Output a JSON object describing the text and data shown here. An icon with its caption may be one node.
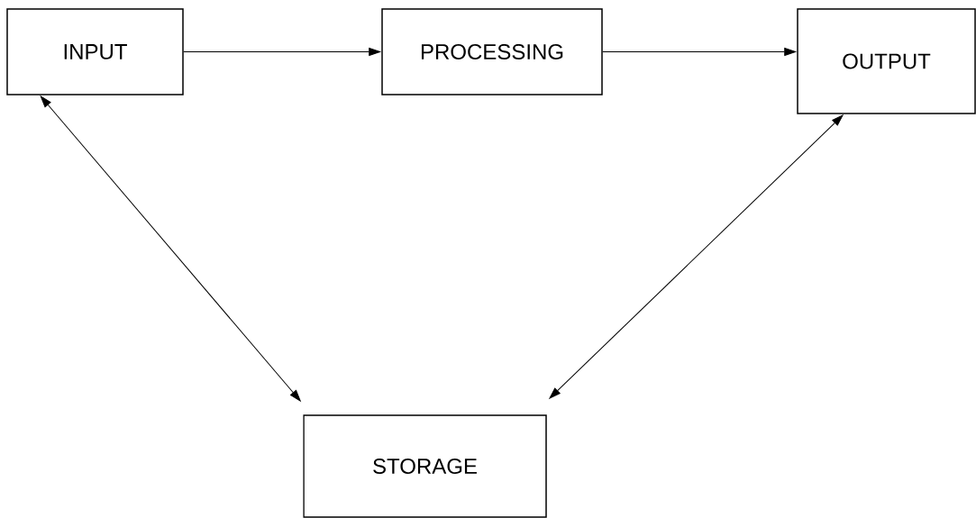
{
  "diagram": {
    "nodes": [
      {
        "text": [
          "INPUT"
        ]
      },
      {
        "text": [
          "PROCESSING"
        ]
      },
      {
        "text": [
          "OUTPUT"
        ]
      },
      {
        "text": [
          "STORAGE"
        ]
      }
    ],
    "edges": [
      {
        "from": 0,
        "to": 1,
        "arrow": "to"
      },
      {
        "from": 1,
        "to": 2,
        "arrow": "to"
      },
      {
        "from": 0,
        "to": 3,
        "arrow": "both"
      },
      {
        "from": 2,
        "to": 3,
        "arrow": "both"
      }
    ]
  }
}
